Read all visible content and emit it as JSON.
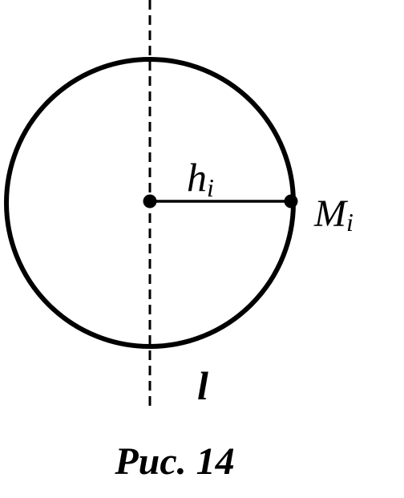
{
  "diagram": {
    "labels": {
      "radius_symbol": "h",
      "radius_subscript": "i",
      "point_symbol": "M",
      "point_subscript": "i",
      "axis_label": "l",
      "caption": "Рис. 14"
    },
    "elements": {
      "axis_style": "dashed",
      "circle": "circle",
      "radius_segment": "segment",
      "center_point": "filled-dot",
      "circle_point": "filled-dot"
    },
    "colors": {
      "stroke": "#000000",
      "background": "#ffffff"
    }
  }
}
